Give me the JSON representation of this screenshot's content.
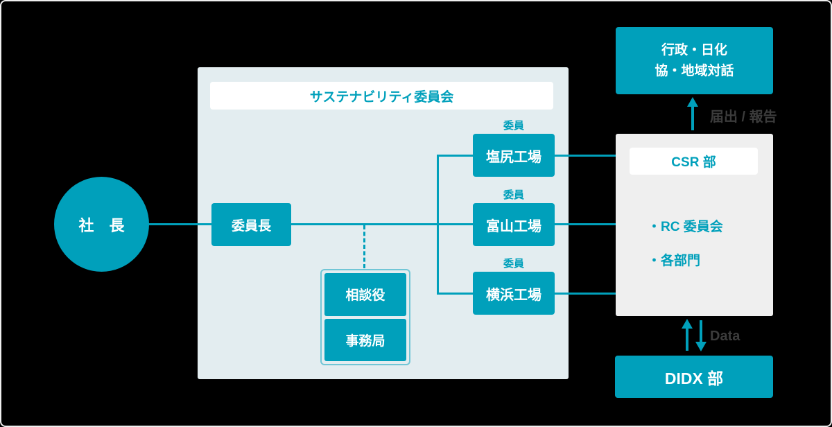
{
  "colors": {
    "teal": "#00a0bb",
    "panel_light": "#e3edf0",
    "panel_gray": "#efefef",
    "label_dark": "#3c3c3c",
    "page_bg": "#000000"
  },
  "president": {
    "label": "社　長"
  },
  "committee": {
    "title": "サステナビリティ委員会",
    "chairman": "委員長",
    "advisor": "相談役",
    "secretariat": "事務局"
  },
  "members": [
    {
      "tag": "委員",
      "name": "塩尻工場"
    },
    {
      "tag": "委員",
      "name": "富山工場"
    },
    {
      "tag": "委員",
      "name": "横浜工場"
    }
  ],
  "csr": {
    "title": "CSR 部",
    "items": [
      "・RC 委員会",
      "・各部門"
    ]
  },
  "external": {
    "line1": "行政・日化",
    "line2": "協・地域対話"
  },
  "didx": {
    "label": "DIDX 部"
  },
  "flow_labels": {
    "report": "届出 / 報告",
    "data": "Data"
  }
}
